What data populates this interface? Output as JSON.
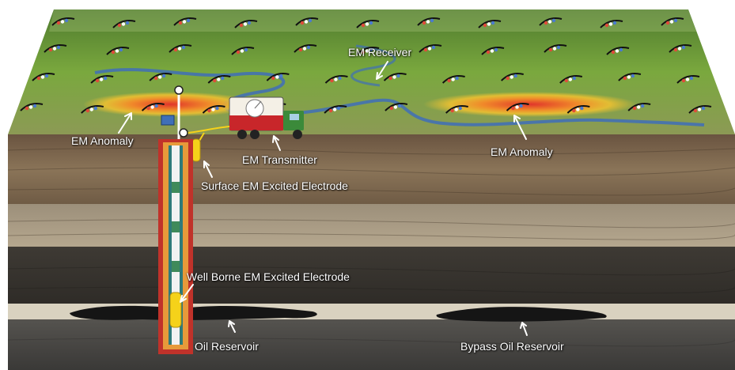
{
  "labels": {
    "em_receiver": "EM Receiver",
    "em_anomaly_left": "EM Anomaly",
    "em_anomaly_right": "EM Anomaly",
    "em_transmitter": "EM Transmitter",
    "surface_electrode": "Surface EM Excited Electrode",
    "well_electrode": "Well Borne EM Excited Electrode",
    "oil_reservoir": "Oil Reservoir",
    "bypass_reservoir": "Bypass Oil Reservoir"
  },
  "colors": {
    "surface_green": "#6f9a3a",
    "soil_brown": "#7a6448",
    "sandstone": "#a89a84",
    "shale_dark": "#3a3630",
    "reservoir_layer": "#d9d2c0",
    "oil_black": "#151515",
    "deep_rock": "#4a4a48",
    "anomaly_hot": "#e0352b",
    "anomaly_warm": "#f2c230",
    "casing_red": "#c0322a",
    "electrode_yellow": "#f5d21a",
    "truck_red": "#c8262a",
    "truck_green": "#3b8a3a",
    "river_blue": "#3f6fb8"
  }
}
